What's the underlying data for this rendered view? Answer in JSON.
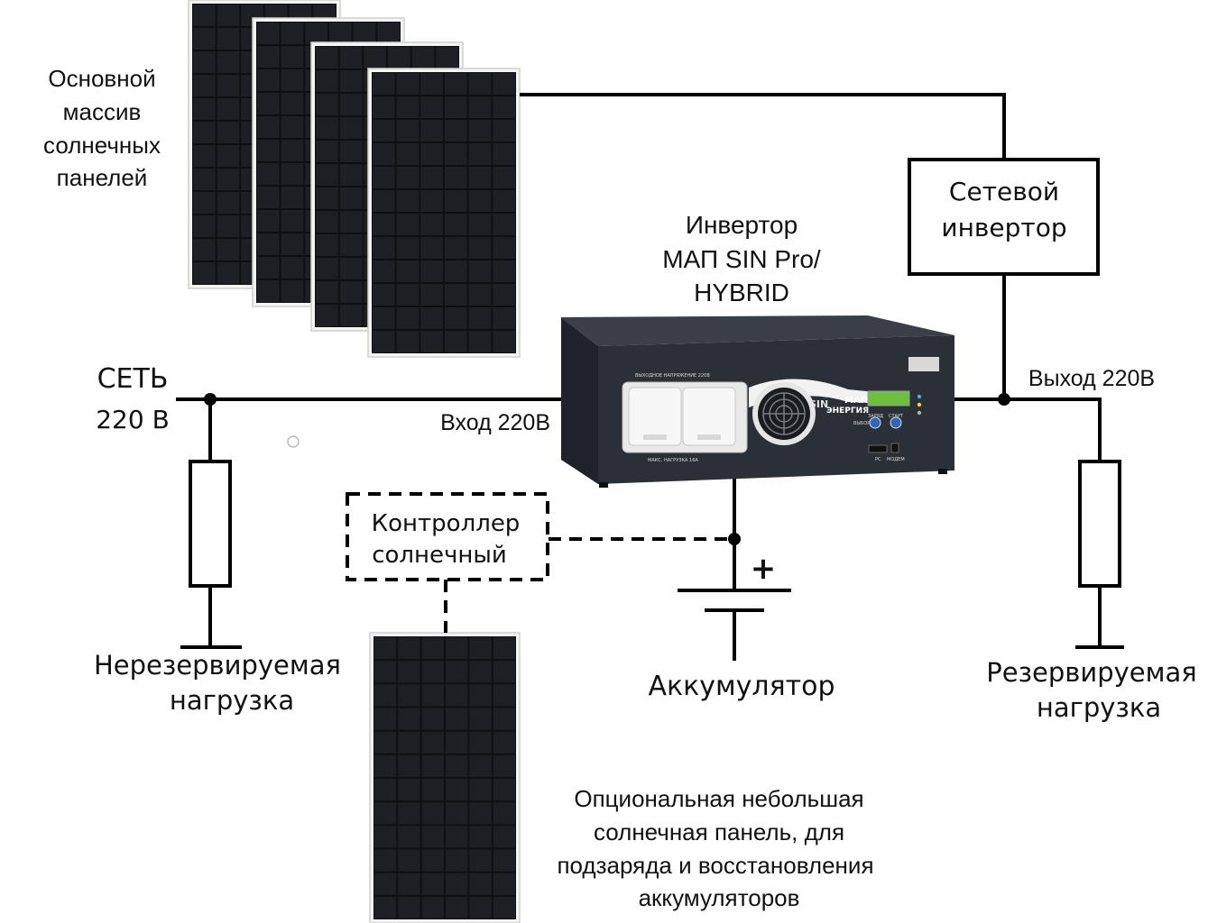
{
  "labels": {
    "main_array": [
      "Основной",
      "массив",
      "солнечных",
      "панелей"
    ],
    "grid_inverter": [
      "Сетевой",
      "инвертор"
    ],
    "hybrid_inverter": [
      "Инвертор",
      "МАП SIN Pro/",
      "HYBRID"
    ],
    "mains": [
      "СЕТЬ",
      "220 В"
    ],
    "input": "Вход 220В",
    "output": "Выход 220В",
    "controller": [
      "Контроллер",
      "солнечный"
    ],
    "battery": "Аккумулятор",
    "battery_plus": "+",
    "non_reserved_load": [
      "Нерезервируемая",
      "нагрузка"
    ],
    "reserved_load": [
      "Резервируемая",
      "нагрузка"
    ],
    "optional_panel": [
      "Опциональная небольшая",
      "солнечная панель, для",
      "подзаряда и восстановления",
      "аккумуляторов"
    ]
  },
  "device": {
    "brand": [
      "МАП",
      "ЭНЕРГИЯ"
    ],
    "sin": "SIN",
    "front_top": "ВЫХОДНОЕ НАПРЯЖЕНИЕ 220В",
    "front_bottom": "МАКС. НАГРУЗКА 16А",
    "btn_charge": "ЗАРЯД",
    "btn_start": "СТАРТ",
    "btn_select": "ВЫБОР",
    "port_pc": "PC",
    "port_modem": "МОДЕМ"
  },
  "colors": {
    "wire": "#000000",
    "cell": "#1e1f24",
    "device_body": "#2b2f36",
    "lcd": "#6fbf3f"
  }
}
